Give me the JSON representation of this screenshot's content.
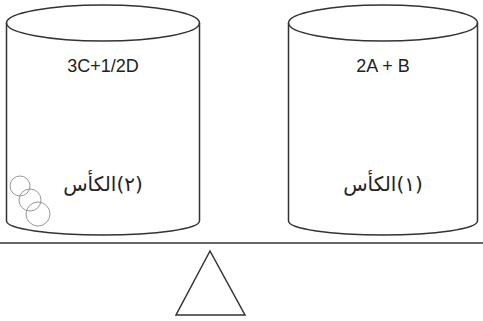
{
  "diagram": {
    "nodes": [
      {
        "text": [
          "3C+1/2D",
          "(٢)الكأس"
        ]
      },
      {
        "text": [
          "2A + B",
          "(١)الكأس"
        ]
      }
    ]
  }
}
